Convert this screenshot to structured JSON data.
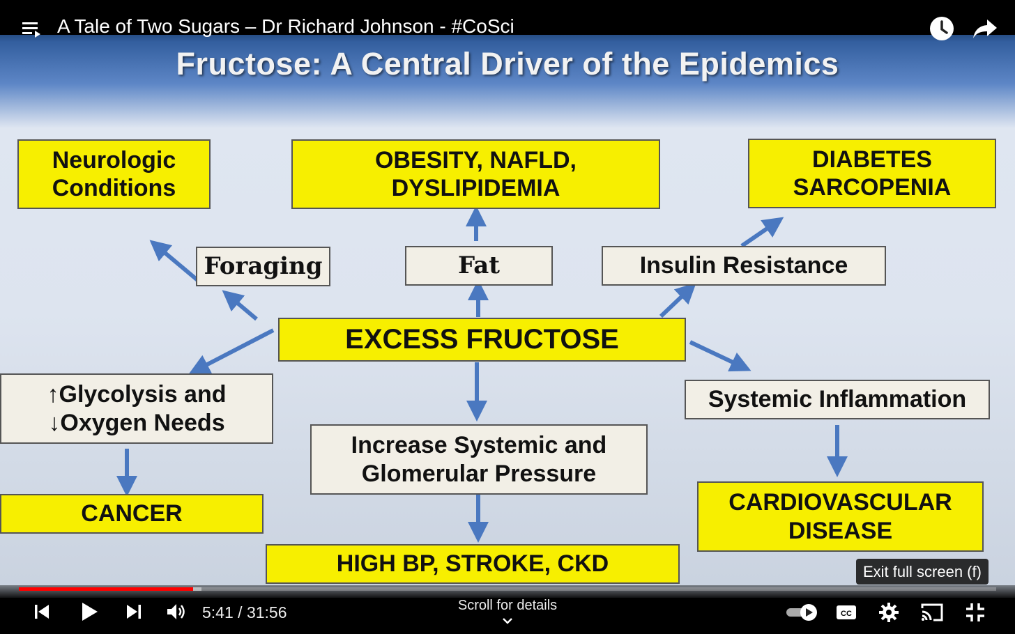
{
  "video": {
    "title": "A Tale of Two Sugars – Dr Richard Johnson - #CoSci",
    "current_time": "5:41",
    "duration": "31:56",
    "time_separator": " / ",
    "progress_fraction": 0.178,
    "buffered_fraction": 0.187
  },
  "slide": {
    "title": "Fructose: A Central Driver of the Epidemics",
    "boxes": {
      "neurologic": "Neurologic\nConditions",
      "obesity": "OBESITY, NAFLD,\nDYSLIPIDEMIA",
      "diabetes": "DIABETES\nSARCOPENIA",
      "foraging": "Foraging",
      "fat": "Fat",
      "insulin": "Insulin Resistance",
      "excess": "EXCESS FRUCTOSE",
      "glycolysis": "↑Glycolysis and\n↓Oxygen Needs",
      "systemic_inflammation": "Systemic Inflammation",
      "pressure": "Increase Systemic and\nGlomerular Pressure",
      "cancer": "CANCER",
      "cardio": "CARDIOVASCULAR\nDISEASE",
      "highbp": "HIGH BP, STROKE, CKD"
    },
    "colors": {
      "yellow_box": "#f7ef00",
      "white_box": "#f2efe6",
      "arrow": "#4a78c0"
    }
  },
  "controls": {
    "scroll_hint": "Scroll for details",
    "exit_fullscreen_tooltip": "Exit full screen (f)",
    "icons": [
      "previous-icon",
      "play-icon",
      "next-icon",
      "volume-icon",
      "autoplay-toggle-icon",
      "captions-icon",
      "settings-icon",
      "cast-icon",
      "exit-fullscreen-icon"
    ]
  },
  "header_icons": [
    "menu-icon",
    "watch-later-icon",
    "share-icon"
  ]
}
